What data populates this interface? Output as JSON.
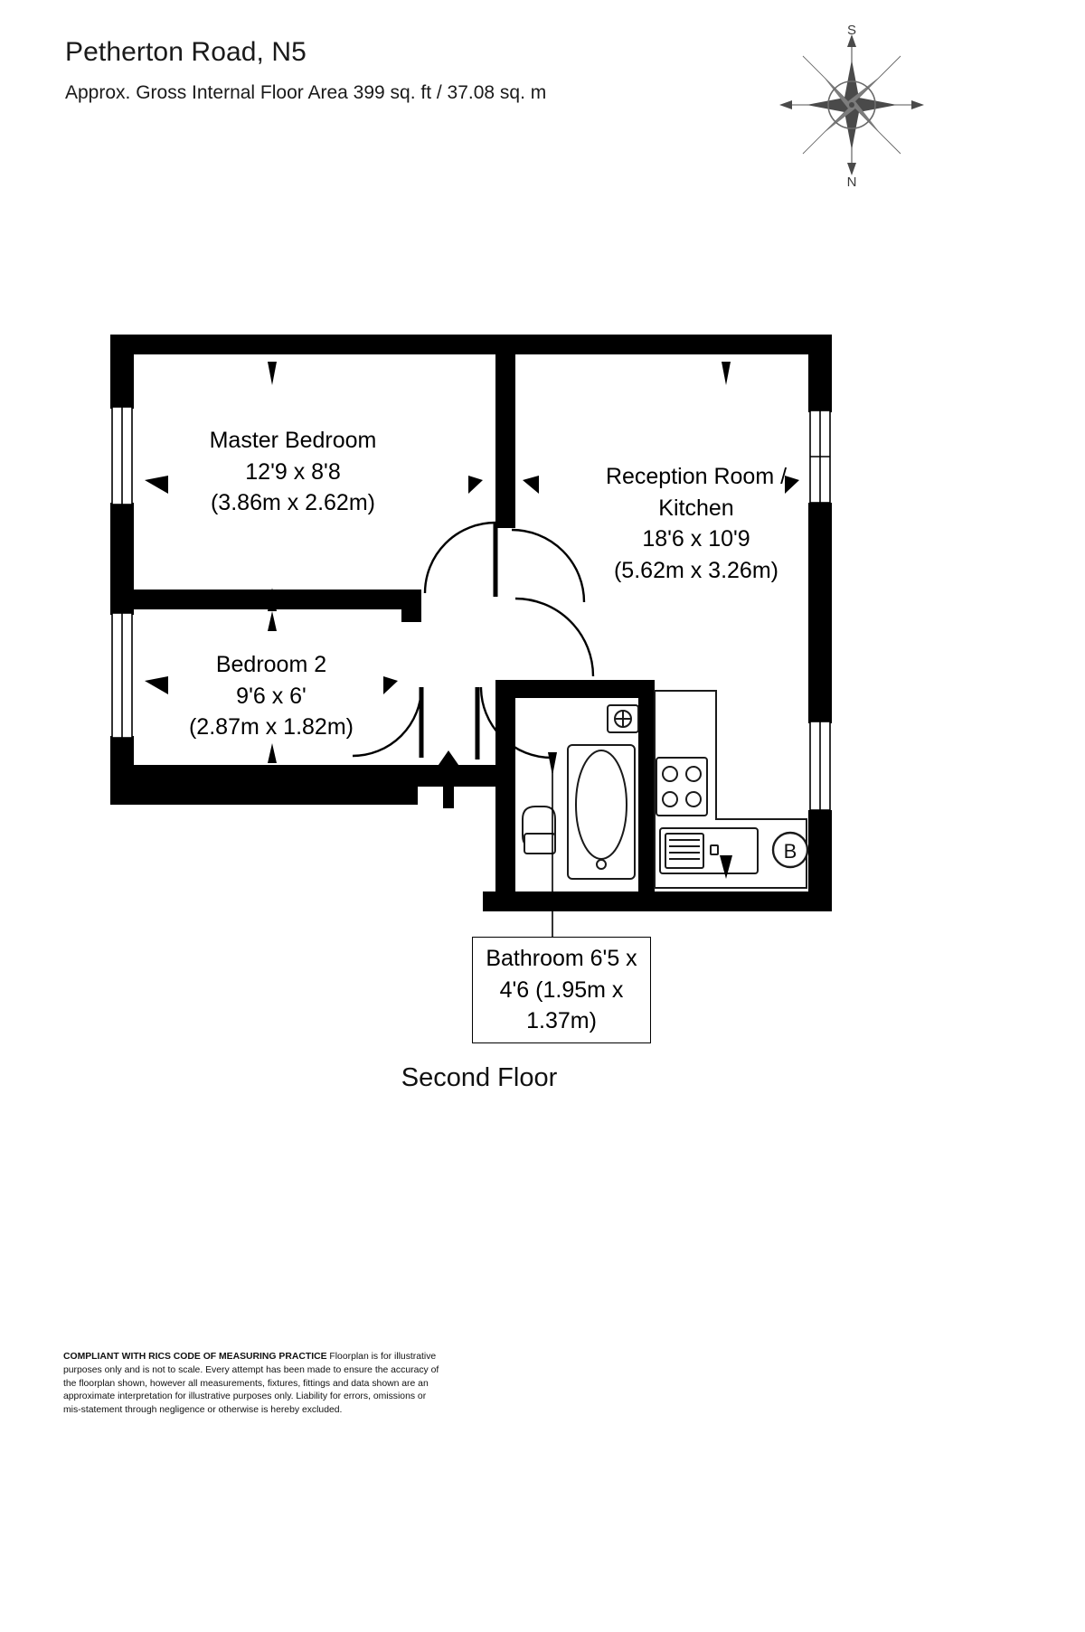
{
  "header": {
    "title": "Petherton Road, N5",
    "subtitle": "Approx. Gross Internal Floor Area 399 sq. ft / 37.08 sq. m"
  },
  "compass": {
    "name": "compass-rose",
    "top_label": "S",
    "bottom_label": "N"
  },
  "floor": {
    "title": "Second Floor"
  },
  "rooms": [
    {
      "id": "master-bedroom",
      "name": "Master Bedroom",
      "imperial": "12'9 x 8'8",
      "metric": "(3.86m x 2.62m)"
    },
    {
      "id": "reception-kitchen",
      "name": "Reception Room /",
      "name2": "Kitchen",
      "imperial": "18'6 x 10'9",
      "metric": "(5.62m x 3.26m)"
    },
    {
      "id": "bedroom-2",
      "name": "Bedroom 2",
      "imperial": "9'6 x 6'",
      "metric": "(2.87m x 1.82m)"
    },
    {
      "id": "bathroom",
      "name": "Bathroom",
      "imperial": "6'5 x 4'6",
      "metric": "(1.95m x 1.37m)"
    }
  ],
  "fixtures": {
    "boiler_label": "B"
  },
  "footer": {
    "lead": "COMPLIANT WITH RICS CODE OF MEASURING PRACTICE",
    "line1": " Floorplan is for illustrative",
    "line2": "purposes only and is not to scale. Every attempt has been made to ensure the accuracy of",
    "line3": "the floorplan shown, however all measurements, fixtures, fittings and data shown are an",
    "line4": "approximate interpretation for illustrative purposes only. Liability for errors, omissions or",
    "line5": "mis-statement through negligence or otherwise is hereby excluded."
  },
  "colors": {
    "wall": "#000000",
    "background": "#ffffff",
    "text": "#000000",
    "fixture_stroke": "#1a1a1a"
  }
}
